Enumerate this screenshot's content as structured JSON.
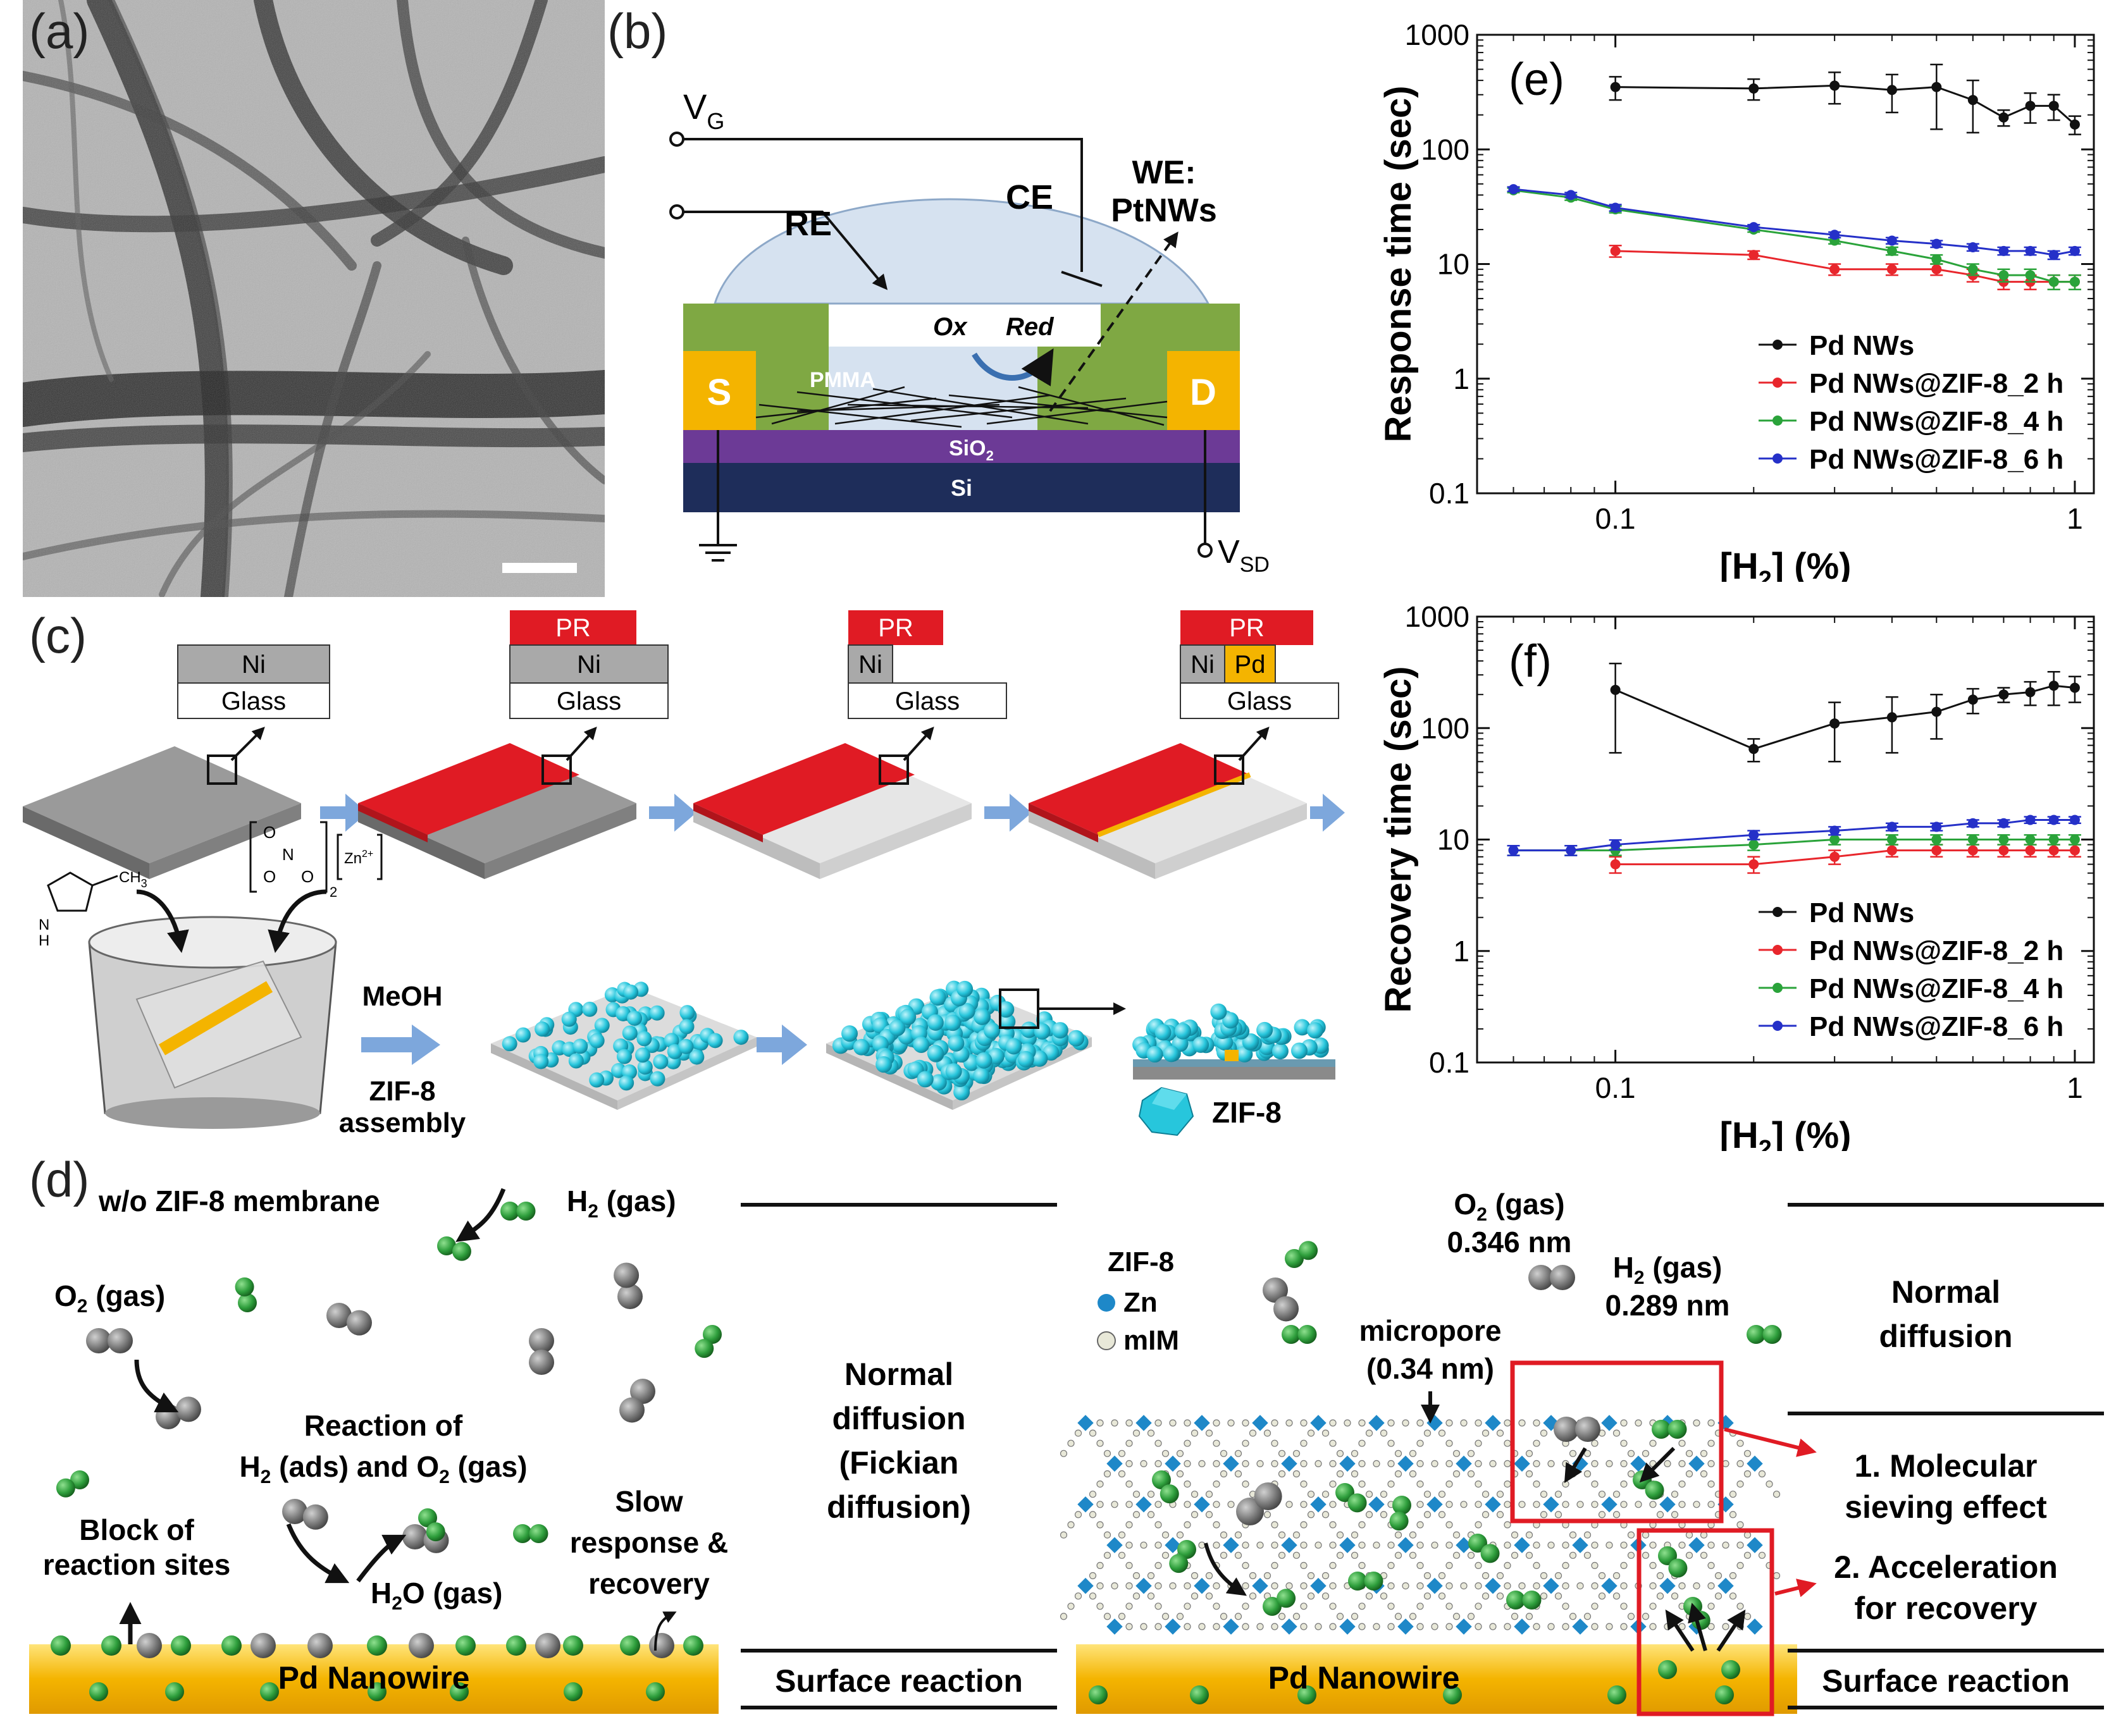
{
  "panels": {
    "a": {
      "label": "(a)"
    },
    "b": {
      "label": "(b)",
      "terminals": {
        "vg": "V",
        "vg_sub": "G",
        "vsd": "V",
        "vsd_sub": "SD"
      },
      "electrodes": {
        "re": "RE",
        "ce": "CE",
        "we_line1": "WE:",
        "we_line2": "PtNWs"
      },
      "layers": {
        "source": "S",
        "drain": "D",
        "pmma": "PMMA",
        "sio2": "SiO",
        "sio2_sub": "2",
        "si": "Si"
      },
      "redox": {
        "ox": "Ox",
        "red": "Red"
      }
    },
    "c": {
      "label": "(c)",
      "steps": [
        {
          "top": "",
          "mid": "Ni",
          "bottom": "Glass"
        },
        {
          "top": "PR",
          "mid": "Ni",
          "bottom": "Glass"
        },
        {
          "top": "PR",
          "mid": "Ni",
          "bottom": "Glass"
        },
        {
          "top": "PR",
          "mid": "Ni",
          "mid2": "Pd",
          "bottom": "Glass"
        }
      ],
      "chem": {
        "methyl": "CH",
        "methyl_sub": "3",
        "nh": "N",
        "nh2": "H",
        "nitrate_n": "N",
        "nitrate_o": "O",
        "nitrate_sub": "2",
        "zinc": "Zn",
        "zinc_sup": "2+"
      },
      "process": {
        "solvent": "MeOH",
        "assembly_line1": "ZIF-8",
        "assembly_line2": "assembly"
      },
      "crystal_label": "ZIF-8"
    },
    "d": {
      "label": "(d)",
      "left": {
        "title": "w/o ZIF-8 membrane",
        "h2": "H",
        "h2_sub": "2",
        "h2_rest": " (gas)",
        "o2": "O",
        "o2_sub": "2",
        "o2_rest": " (gas)",
        "reaction_line1": "Reaction of",
        "reaction_line2_a": "H",
        "reaction_line2_sub1": "2",
        "reaction_line2_b": " (ads) and O",
        "reaction_line2_sub2": "2",
        "reaction_line2_c": " (gas)",
        "block_line1": "Block of",
        "block_line2": "reaction sites",
        "h2o_a": "H",
        "h2o_sub": "2",
        "h2o_b": "O (gas)",
        "slow_line1": "Slow",
        "slow_line2": "response &",
        "slow_line3": "recovery",
        "substrate": "Pd Nanowire",
        "region_top_line1": "Normal",
        "region_top_line2": "diffusion",
        "region_top_line3": "(Fickian",
        "region_top_line4": "diffusion)",
        "region_bottom": "Surface reaction"
      },
      "right": {
        "zif": "ZIF-8",
        "zn": "Zn",
        "mim": "mIM",
        "o2_a": "O",
        "o2_sub": "2",
        "o2_b": " (gas)",
        "o2_size": "0.346 nm",
        "h2_a": "H",
        "h2_sub": "2",
        "h2_b": " (gas)",
        "h2_size": "0.289 nm",
        "micropore_line1": "micropore",
        "micropore_line2": "(0.34 nm)",
        "effect1_line1": "1. Molecular",
        "effect1_line2": "sieving effect",
        "effect2_line1": "2. Acceleration",
        "effect2_line2": "for recovery",
        "substrate": "Pd Nanowire",
        "region_top_line1": "Normal",
        "region_top_line2": "diffusion",
        "region_bottom": "Surface reaction"
      }
    },
    "colors": {
      "ni": "#a9a9a9",
      "pr": "#e01b24",
      "pd": "#f4b400",
      "zif": "#27c6dc",
      "green": "#2e9e3c",
      "gray_molecule": "#7b7b7b",
      "pmma": "#7fa843",
      "sio2": "#6c3a96",
      "si": "#1e2d5a",
      "arrow": "#7da7dc"
    }
  },
  "chart_data": [
    {
      "type": "line",
      "panel_label": "(e)",
      "xlabel": "[H2] (%)",
      "xlabel_parts": {
        "pre": "[H",
        "sub": "2",
        "post": "] (%)"
      },
      "ylabel": "Response time (sec)",
      "xscale": "log",
      "yscale": "log",
      "xlim": [
        0.05,
        1.1
      ],
      "ylim": [
        0.1,
        1000
      ],
      "xticks": [
        {
          "v": 0.1,
          "label": "0.1"
        },
        {
          "v": 1,
          "label": "1"
        }
      ],
      "yticks": [
        {
          "v": 0.1,
          "label": "0.1"
        },
        {
          "v": 1,
          "label": "1"
        },
        {
          "v": 10,
          "label": "10"
        },
        {
          "v": 100,
          "label": "100"
        },
        {
          "v": 1000,
          "label": "1000"
        }
      ],
      "legend": "bottom-right",
      "series": [
        {
          "name": "Pd NWs",
          "color": "#111111",
          "x": [
            0.1,
            0.2,
            0.3,
            0.4,
            0.5,
            0.6,
            0.7,
            0.8,
            0.9,
            1.0
          ],
          "y": [
            350,
            340,
            360,
            330,
            350,
            270,
            190,
            240,
            240,
            165
          ],
          "err": [
            80,
            70,
            110,
            120,
            200,
            130,
            30,
            70,
            60,
            30
          ]
        },
        {
          "name": "Pd NWs@ZIF-8_2 h",
          "color": "#e8262c",
          "x": [
            0.1,
            0.2,
            0.3,
            0.4,
            0.5,
            0.6,
            0.7,
            0.8,
            0.9,
            1.0
          ],
          "y": [
            13,
            12,
            9,
            9,
            9,
            8,
            7,
            7,
            7,
            7
          ],
          "err": [
            1.5,
            1,
            1,
            1,
            1,
            1,
            1,
            1,
            1,
            1
          ]
        },
        {
          "name": "Pd NWs@ZIF-8_4 h",
          "color": "#2aa33a",
          "x": [
            0.06,
            0.08,
            0.1,
            0.2,
            0.3,
            0.4,
            0.5,
            0.6,
            0.7,
            0.8,
            0.9,
            1.0
          ],
          "y": [
            44,
            38,
            30,
            20,
            16,
            13,
            11,
            9,
            8,
            8,
            7,
            7
          ],
          "err": [
            2,
            2,
            2,
            1,
            1,
            1,
            1,
            1,
            1,
            1,
            1,
            1
          ]
        },
        {
          "name": "Pd NWs@ZIF-8_6 h",
          "color": "#2530c8",
          "x": [
            0.06,
            0.08,
            0.1,
            0.2,
            0.3,
            0.4,
            0.5,
            0.6,
            0.7,
            0.8,
            0.9,
            1.0
          ],
          "y": [
            45,
            40,
            31,
            21,
            18,
            16,
            15,
            14,
            13,
            13,
            12,
            13
          ],
          "err": [
            2,
            2,
            2,
            1,
            1,
            1,
            1,
            1,
            1,
            1,
            1,
            1
          ]
        }
      ]
    },
    {
      "type": "line",
      "panel_label": "(f)",
      "xlabel": "[H2] (%)",
      "xlabel_parts": {
        "pre": "[H",
        "sub": "2",
        "post": "] (%)"
      },
      "ylabel": "Recovery time (sec)",
      "xscale": "log",
      "yscale": "log",
      "xlim": [
        0.05,
        1.1
      ],
      "ylim": [
        0.1,
        1000
      ],
      "xticks": [
        {
          "v": 0.1,
          "label": "0.1"
        },
        {
          "v": 1,
          "label": "1"
        }
      ],
      "yticks": [
        {
          "v": 0.1,
          "label": "0.1"
        },
        {
          "v": 1,
          "label": "1"
        },
        {
          "v": 10,
          "label": "10"
        },
        {
          "v": 100,
          "label": "100"
        },
        {
          "v": 1000,
          "label": "1000"
        }
      ],
      "legend": "bottom-right",
      "series": [
        {
          "name": "Pd NWs",
          "color": "#111111",
          "x": [
            0.1,
            0.2,
            0.3,
            0.4,
            0.5,
            0.6,
            0.7,
            0.8,
            0.9,
            1.0
          ],
          "y": [
            220,
            65,
            110,
            125,
            140,
            180,
            200,
            210,
            240,
            230
          ],
          "err": [
            160,
            15,
            60,
            65,
            60,
            45,
            30,
            50,
            80,
            60
          ]
        },
        {
          "name": "Pd NWs@ZIF-8_2 h",
          "color": "#e8262c",
          "x": [
            0.1,
            0.2,
            0.3,
            0.4,
            0.5,
            0.6,
            0.7,
            0.8,
            0.9,
            1.0
          ],
          "y": [
            6,
            6,
            7,
            8,
            8,
            8,
            8,
            8,
            8,
            8
          ],
          "err": [
            1,
            1,
            1,
            1,
            1,
            1,
            1,
            1,
            1,
            1
          ]
        },
        {
          "name": "Pd NWs@ZIF-8_4 h",
          "color": "#2aa33a",
          "x": [
            0.06,
            0.08,
            0.1,
            0.2,
            0.3,
            0.4,
            0.5,
            0.6,
            0.7,
            0.8,
            0.9,
            1.0
          ],
          "y": [
            8,
            8,
            8,
            9,
            10,
            10,
            10,
            10,
            10,
            10,
            10,
            10
          ],
          "err": [
            0.8,
            0.8,
            0.8,
            1,
            1,
            1,
            1,
            1,
            1,
            1,
            1,
            1
          ]
        },
        {
          "name": "Pd NWs@ZIF-8_6 h",
          "color": "#2530c8",
          "x": [
            0.06,
            0.08,
            0.1,
            0.2,
            0.3,
            0.4,
            0.5,
            0.6,
            0.7,
            0.8,
            0.9,
            1.0
          ],
          "y": [
            8,
            8,
            9,
            11,
            12,
            13,
            13,
            14,
            14,
            15,
            15,
            15
          ],
          "err": [
            0.8,
            0.8,
            0.9,
            1,
            1,
            1,
            1,
            1,
            1,
            1,
            1,
            1
          ]
        }
      ]
    }
  ]
}
